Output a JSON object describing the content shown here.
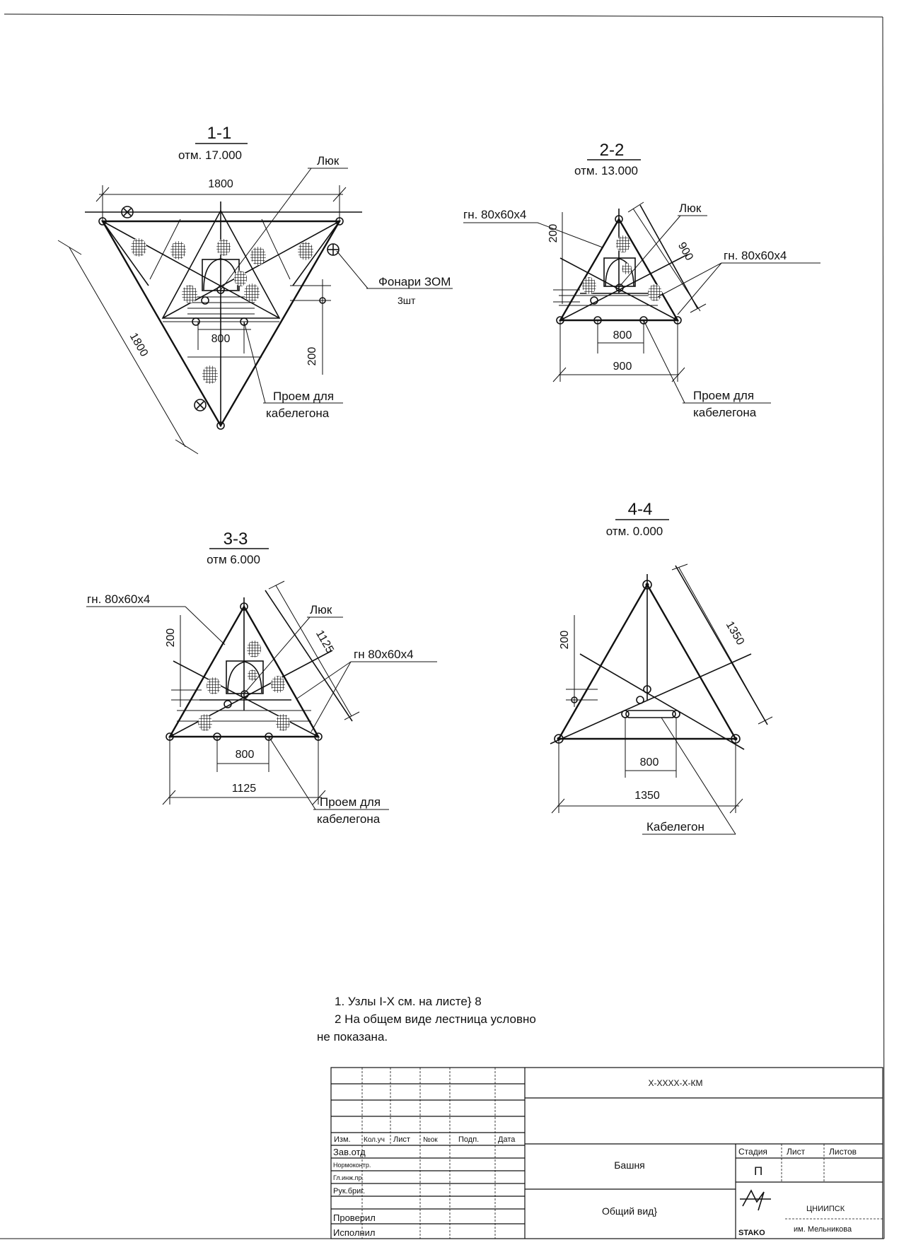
{
  "sections": [
    {
      "title": "1-1",
      "level": "отм. 17.000",
      "dims": {
        "top": "1800",
        "side": "1800",
        "hatch_w": "800",
        "h": "200"
      },
      "labels": {
        "hatch": "Люк",
        "lights": "Фонари ЗОМ",
        "lights_qty": "3шт",
        "opening_1": "Проем для",
        "opening_2": "кабелегона"
      }
    },
    {
      "title": "2-2",
      "level": "отм. 13.000",
      "dims": {
        "side": "900",
        "hatch_w": "800",
        "base": "900",
        "h": "200"
      },
      "labels": {
        "profile_left": "гн. 80х60х4",
        "hatch": "Люк",
        "profile_right": "гн. 80х60х4",
        "opening_1": "Проем для",
        "opening_2": "кабелегона"
      }
    },
    {
      "title": "3-3",
      "level": "отм  6.000",
      "dims": {
        "side": "1125",
        "hatch_w": "800",
        "base": "1125",
        "h": "200"
      },
      "labels": {
        "profile_left": "гн. 80х60х4",
        "hatch": "Люк",
        "profile_right": "гн  80х60х4",
        "opening_1": "Проем для",
        "opening_2": "кабелегона"
      }
    },
    {
      "title": "4-4",
      "level": "отм. 0.000",
      "dims": {
        "side": "1350",
        "hatch_w": "800",
        "base": "1350",
        "h": "200"
      },
      "labels": {
        "cable": "Кабелегон"
      }
    }
  ],
  "notes": [
    "1. Узлы I-X см. на листе} 8",
    "2  На общем виде лестница условно",
    "не показана."
  ],
  "title_block": {
    "doc_code": "Х-ХХХХ-Х-КМ",
    "headers": [
      "Изм.",
      "Кол.уч",
      "Лист",
      "№ок",
      "Подп.",
      "Дата"
    ],
    "roles": [
      "Зав.отд",
      "Нормоконтр.",
      "Гл.инж.пр.",
      "Рук.бриг.",
      "Проверил",
      "Исполнил"
    ],
    "object": "Башня",
    "sheet_title": "Общий вид}",
    "stage_label": "Стадия",
    "sheet_label": "Лист",
    "sheets_label": "Листов",
    "stage": "П",
    "org": "ЦНИИПСК",
    "org_name": "им. Мельникова",
    "logo": "STAKO"
  }
}
